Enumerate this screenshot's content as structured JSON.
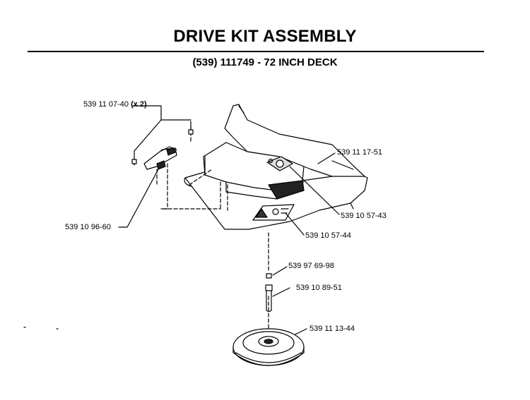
{
  "header": {
    "title": "DRIVE KIT ASSEMBLY",
    "subtitle": "(539) 111749 - 72 INCH DECK"
  },
  "parts": {
    "screw_part": "539 11 07-40",
    "screw_qty": "(x 2)",
    "cover": "539 11 17-51",
    "bracket": "539 10 96-60",
    "decal_1": "539 10 57-43",
    "decal_2": "539 10 57-44",
    "nut": "539 97 69-98",
    "spacer": "539 10 89-51",
    "pulley": "539 11 13-44"
  }
}
